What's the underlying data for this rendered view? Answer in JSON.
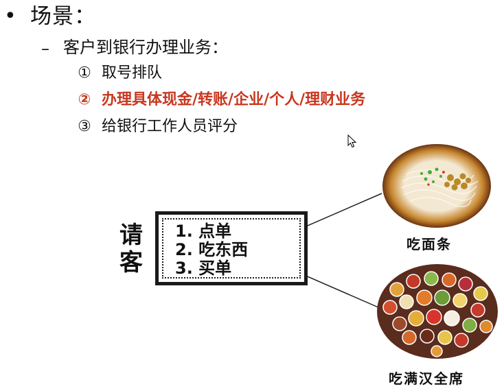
{
  "slide": {
    "title": "场景：",
    "bullet_glyph": "•",
    "dash_glyph": "–",
    "subheading": "客户到银行办理业务：",
    "steps": [
      {
        "num": "①",
        "text": "取号排队"
      },
      {
        "num": "②",
        "text": "办理具体现金/转账/企业/个人/理财业务"
      },
      {
        "num": "③",
        "text": "给银行工作人员评分"
      }
    ],
    "highlight_color": "#c8371f"
  },
  "diagram": {
    "invite_label": [
      "请",
      "客"
    ],
    "menu_items": [
      "1. 点单",
      "2. 吃东西",
      "3. 买单"
    ],
    "food_captions": [
      "吃面条",
      "吃满汉全席"
    ]
  }
}
